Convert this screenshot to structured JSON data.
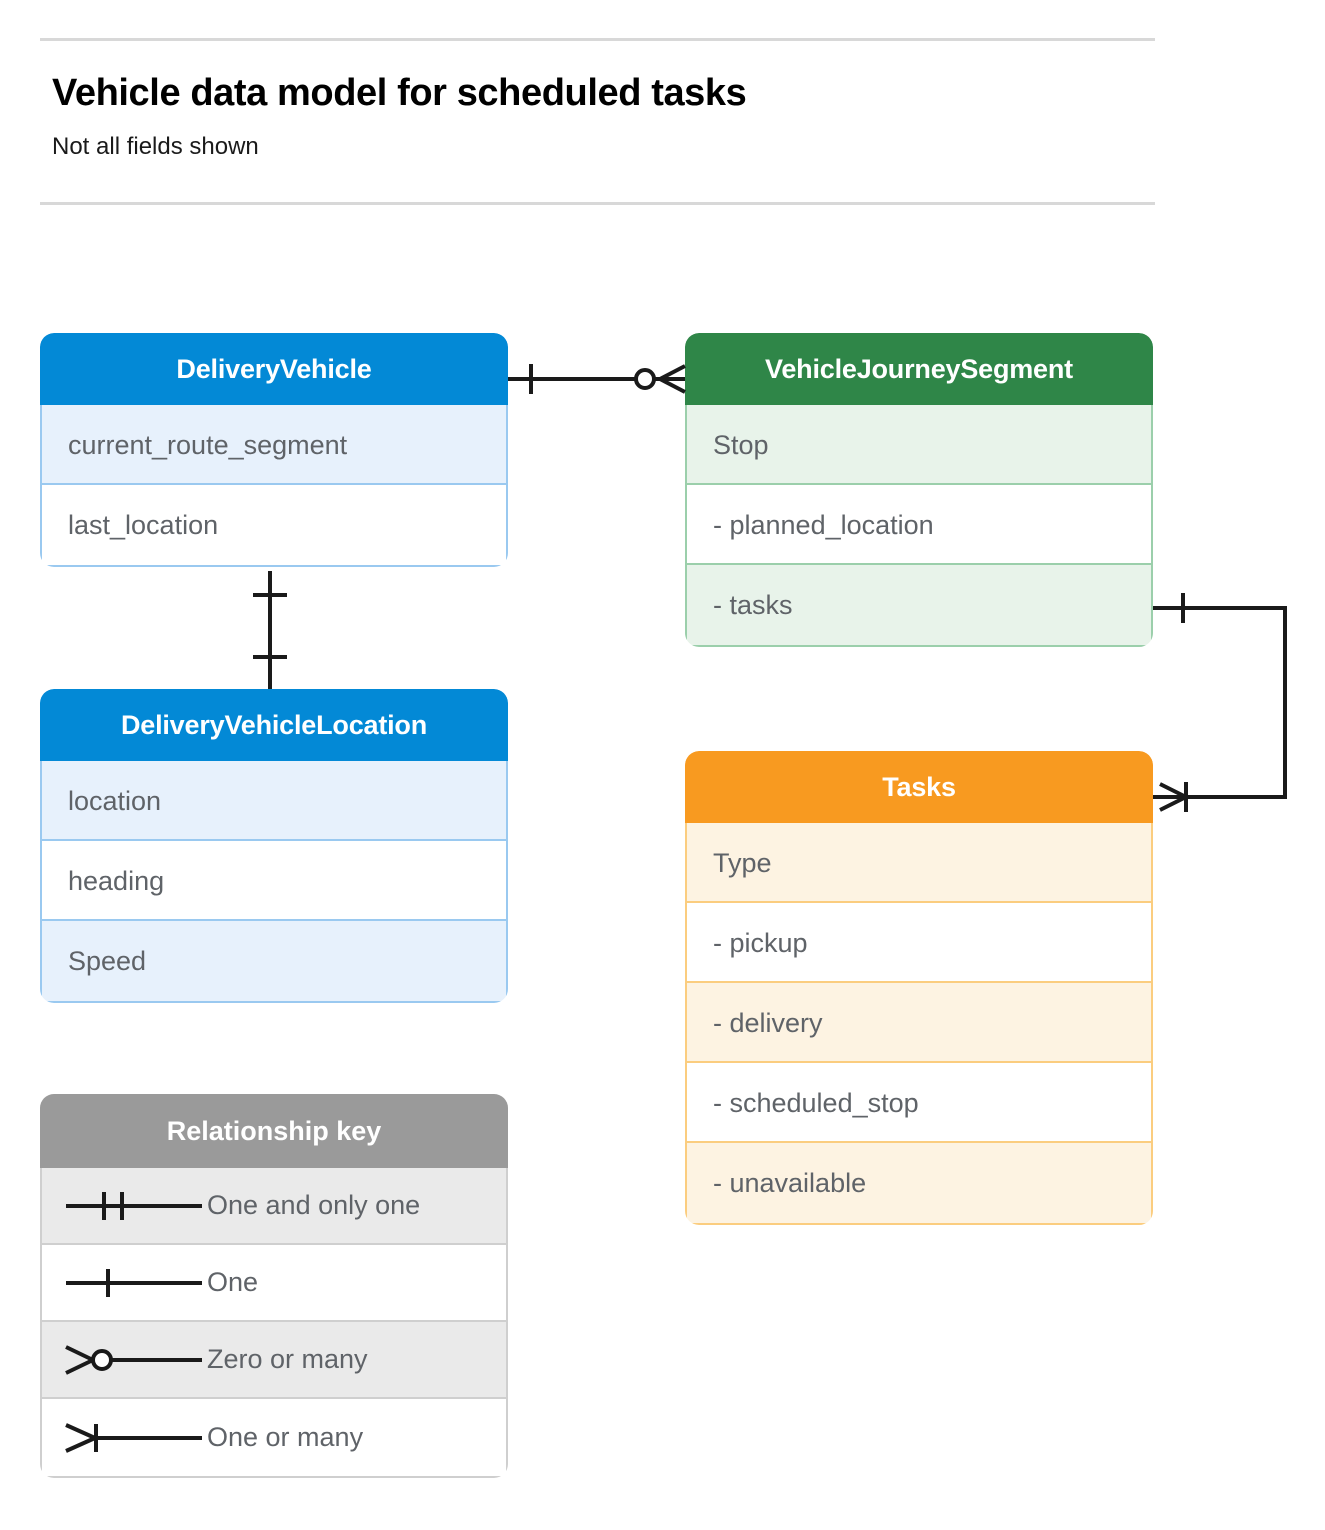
{
  "header": {
    "title": "Vehicle data model for scheduled tasks",
    "subtitle": "Not all fields shown"
  },
  "colors": {
    "blue_header": "#0389d6",
    "blue_border": "#9ac9f0",
    "blue_tint": "#e7f1fc",
    "green_header": "#2f8648",
    "green_border": "#9bcfab",
    "green_tint": "#e8f3ea",
    "orange_header": "#f89a20",
    "orange_border": "#fbcd7f",
    "orange_tint": "#fdf3e2",
    "gray_header": "#9a9a9a",
    "gray_border": "#cfcfcf",
    "gray_tint": "#eaeaea",
    "text": "#5f6368",
    "line": "#1a1a1a",
    "divider": "#d8d8d8"
  },
  "entities": [
    {
      "name": "DeliveryVehicle",
      "theme": "blue",
      "fields": [
        {
          "label": "current_route_segment"
        },
        {
          "label": "last_location"
        }
      ]
    },
    {
      "name": "VehicleJourneySegment",
      "theme": "green",
      "fields": [
        {
          "label": "Stop"
        },
        {
          "label": "-  planned_location"
        },
        {
          "label": "- tasks"
        }
      ]
    },
    {
      "name": "DeliveryVehicleLocation",
      "theme": "blue",
      "fields": [
        {
          "label": "location"
        },
        {
          "label": "heading"
        },
        {
          "label": "Speed"
        }
      ]
    },
    {
      "name": "Tasks",
      "theme": "orange",
      "fields": [
        {
          "label": "Type"
        },
        {
          "label": "-  pickup"
        },
        {
          "label": "-  delivery"
        },
        {
          "label": "-  scheduled_stop"
        },
        {
          "label": "-  unavailable"
        }
      ]
    }
  ],
  "legend": {
    "title": "Relationship key",
    "items": [
      {
        "symbol": "one-and-only-one",
        "label": "One and only one"
      },
      {
        "symbol": "one",
        "label": "One"
      },
      {
        "symbol": "zero-or-many",
        "label": "Zero or many"
      },
      {
        "symbol": "one-or-many",
        "label": "One or many"
      }
    ]
  },
  "relationships": [
    {
      "from": "DeliveryVehicle",
      "to": "VehicleJourneySegment",
      "from_cardinality": "One",
      "to_cardinality": "Zero or many"
    },
    {
      "from": "DeliveryVehicle",
      "to": "DeliveryVehicleLocation",
      "from_cardinality": "One",
      "to_cardinality": "One"
    },
    {
      "from": "VehicleJourneySegment",
      "to": "Tasks",
      "from_cardinality": "One",
      "to_cardinality": "One or many"
    }
  ]
}
